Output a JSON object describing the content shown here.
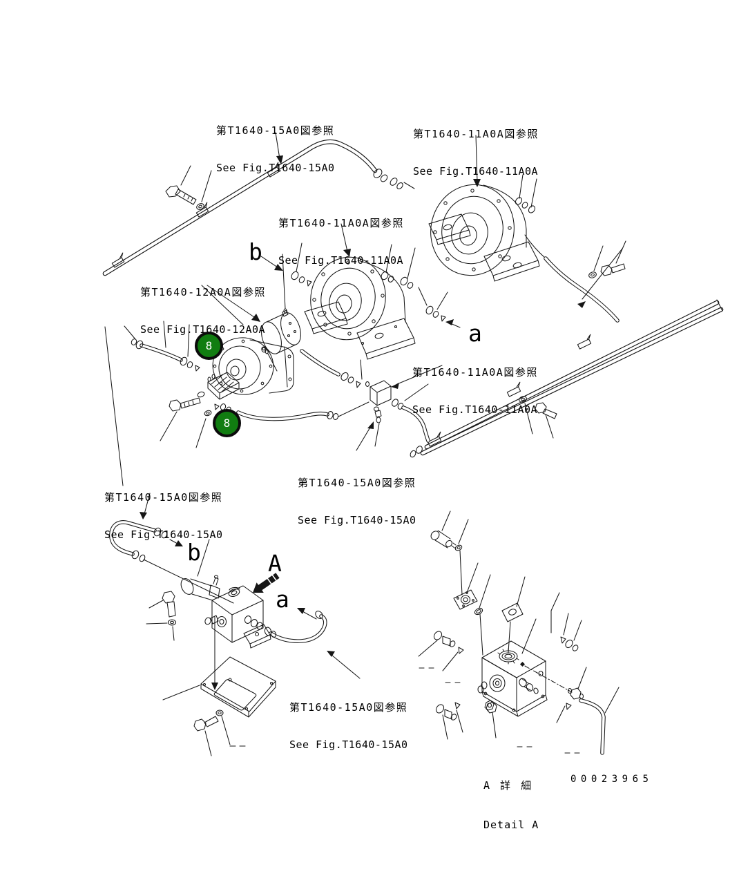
{
  "figure": {
    "type": "parts-diagram",
    "part_number": "00023965",
    "detail_label": {
      "jp": "A 詳 細",
      "en": "Detail A"
    },
    "callouts": [
      {
        "label": "8"
      },
      {
        "label": "8"
      }
    ],
    "view_letters": {
      "b_top": "b",
      "a_top": "a",
      "b_bottom": "b",
      "a_bottom": "a",
      "view_arrow": "A"
    },
    "ref_labels": [
      {
        "jp": "第T1640-15A0図参照",
        "en": "See Fig.T1640-15A0"
      },
      {
        "jp": "第T1640-11A0A図参照",
        "en": "See Fig.T1640-11A0A"
      },
      {
        "jp": "第T1640-11A0A図参照",
        "en": "See Fig.T1640-11A0A"
      },
      {
        "jp": "第T1640-12A0A図参照",
        "en": "See Fig.T1640-12A0A"
      },
      {
        "jp": "第T1640-11A0A図参照",
        "en": "See Fig.T1640-11A0A"
      },
      {
        "jp": "第T1640-15A0図参照",
        "en": "See Fig.T1640-15A0"
      },
      {
        "jp": "第T1640-15A0図参照",
        "en": "See Fig.T1640-15A0"
      },
      {
        "jp": "第T1640-15A0図参照",
        "en": "See Fig.T1640-15A0"
      }
    ],
    "colors": {
      "background": "#ffffff",
      "line": "#161616",
      "callout_green": "#117d11",
      "callout_ring": "#0c0c0c",
      "callout_text": "#ffffff"
    }
  }
}
